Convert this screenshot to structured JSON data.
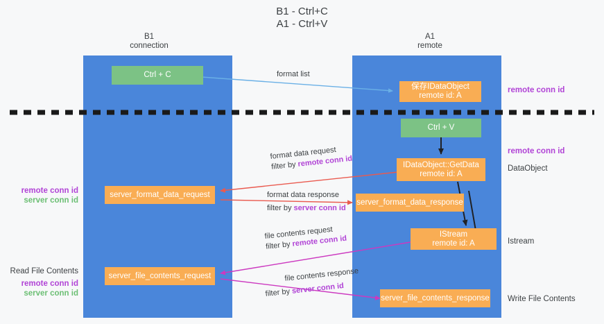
{
  "title": {
    "line1": "B1 - Ctrl+C",
    "line2": "A1 - Ctrl+V"
  },
  "columns": [
    {
      "name": "B1",
      "role": "connection"
    },
    {
      "name": "A1",
      "role": "remote"
    }
  ],
  "boxes": {
    "ctrl_c": "Ctrl + C",
    "save_idataobject": "保存IDataObject\nremote id: A",
    "ctrl_v": "Ctrl + V",
    "getdata": "IDataObject::GetData\nremote id: A",
    "server_format_data_request": "server_format_data_request",
    "server_format_data_response": "server_format_data_response",
    "istream": "IStream\nremote id: A",
    "server_file_contents_request": "server_file_contents_request",
    "server_file_contents_response": "server_file_contents_response"
  },
  "arrow_labels": {
    "format_list": "format list",
    "format_data_request": "format data request",
    "format_data_request_filter_prefix": "filter by ",
    "format_data_request_filter_key": "remote conn id",
    "format_data_response": "format data response",
    "format_data_response_filter_prefix": "filter by ",
    "format_data_response_filter_key": "server conn id",
    "file_contents_request": "file contents request",
    "file_contents_request_filter_prefix": "filter by ",
    "file_contents_request_filter_key": "remote conn id",
    "file_contents_response": "file contents response",
    "file_contents_response_filter_prefix": "filter by ",
    "file_contents_response_filter_key": "server conn id"
  },
  "right_labels": {
    "remote_conn_id_top": "remote conn id",
    "remote_conn_id_mid": "remote conn id",
    "dataobject": "DataObject",
    "istream": "Istream",
    "write_file_contents": "Write File Contents"
  },
  "left_labels": {
    "remote_conn_id_1": "remote conn id",
    "server_conn_id_1": "server conn id",
    "read_file_contents": "Read File Contents",
    "remote_conn_id_2": "remote conn id",
    "server_conn_id_2": "server conn id"
  },
  "colors": {
    "lane": "#4a86da",
    "green_box": "#7cc285",
    "orange_box": "#f9ad54",
    "remote_key": "#b144d6",
    "server_key": "#6cbf74",
    "format_list_arrow": "#6ab0e6",
    "format_data_arrow": "#ea5a4f",
    "file_contents_arrow": "#cc39c0",
    "black_arrow": "#202124",
    "divider": "#1a1a1a",
    "background": "#f7f8f9"
  }
}
